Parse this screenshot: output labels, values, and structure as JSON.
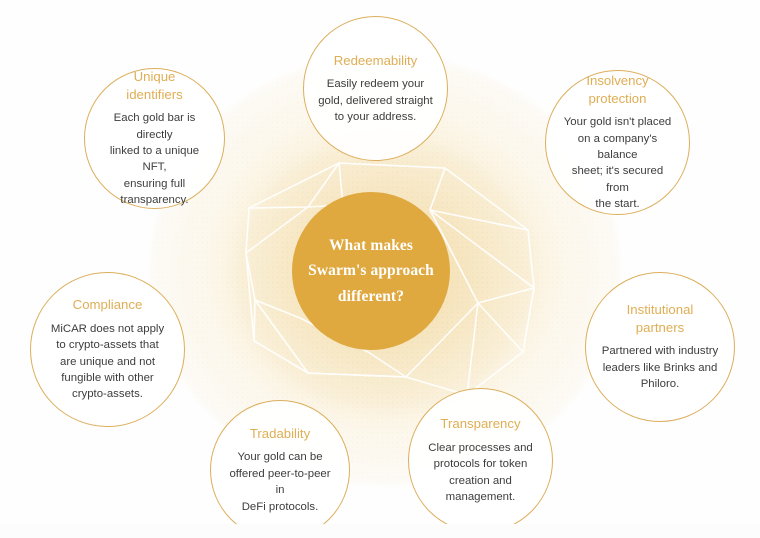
{
  "center": {
    "text": "What makes\nSwarm's approach\ndifferent?",
    "fill_color": "#dfa93f",
    "text_color": "#ffffff"
  },
  "theme": {
    "accent_gold": "#dfae55",
    "core_gold": "#dfa93f",
    "border_gold": "#dcae5c",
    "body_text": "#3d3d3d",
    "background": "#fefefe",
    "glow_cream": "#f8e9c6",
    "wire_color": "#ffffff"
  },
  "bubbles": [
    {
      "id": "redeemability",
      "title": "Redeemability",
      "body": "Easily redeem your\ngold, delivered straight\nto your address."
    },
    {
      "id": "unique-identifiers",
      "title": "Unique\nidentifiers",
      "body": "Each gold bar is directly\nlinked to a unique NFT,\nensuring full\ntransparency."
    },
    {
      "id": "insolvency-protection",
      "title": "Insolvency\nprotection",
      "body": "Your gold isn't placed\non a company's balance\nsheet; it's secured from\nthe start."
    },
    {
      "id": "compliance",
      "title": "Compliance",
      "body": "MiCAR does not apply\nto crypto-assets that\nare unique and not\nfungible with other\ncrypto-assets."
    },
    {
      "id": "institutional-partners",
      "title": "Institutional\npartners",
      "body": "Partnered with industry\nleaders like Brinks and\nPhiloro."
    },
    {
      "id": "tradability",
      "title": "Tradability",
      "body": "Your gold can be\noffered peer-to-peer in\nDeFi protocols."
    },
    {
      "id": "transparency",
      "title": "Transparency",
      "body": "Clear processes and\nprotocols for token\ncreation and\nmanagement."
    }
  ]
}
